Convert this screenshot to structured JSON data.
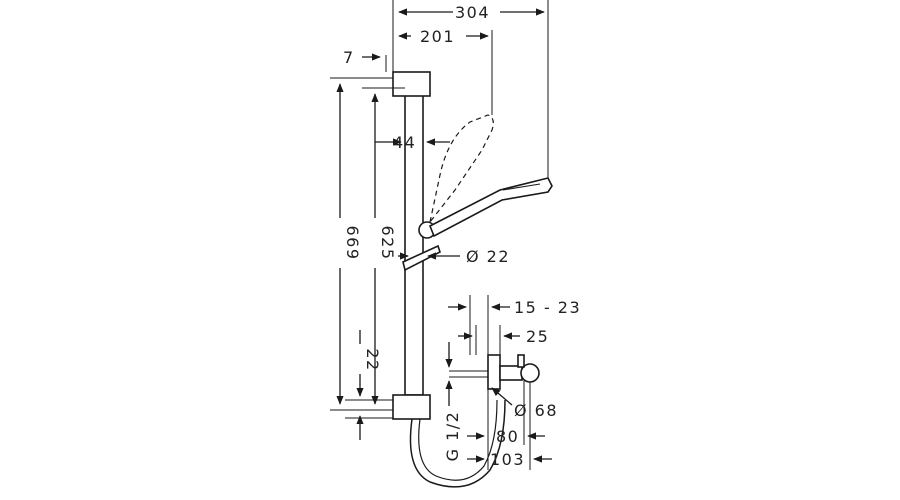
{
  "dimensions": {
    "overall_width": "304",
    "shower_reach": "201",
    "wall_offset": "7",
    "head_offset": "44",
    "rail_diameter": "Ø 22",
    "bar_length": "669",
    "rail_length": "625",
    "bracket_height": "22",
    "connector_range": "15 - 23",
    "connector_depth": "25",
    "outlet_diameter": "Ø 68",
    "thread": "G 1/2",
    "outlet_offset_80": "80",
    "outlet_offset_103": "103"
  }
}
